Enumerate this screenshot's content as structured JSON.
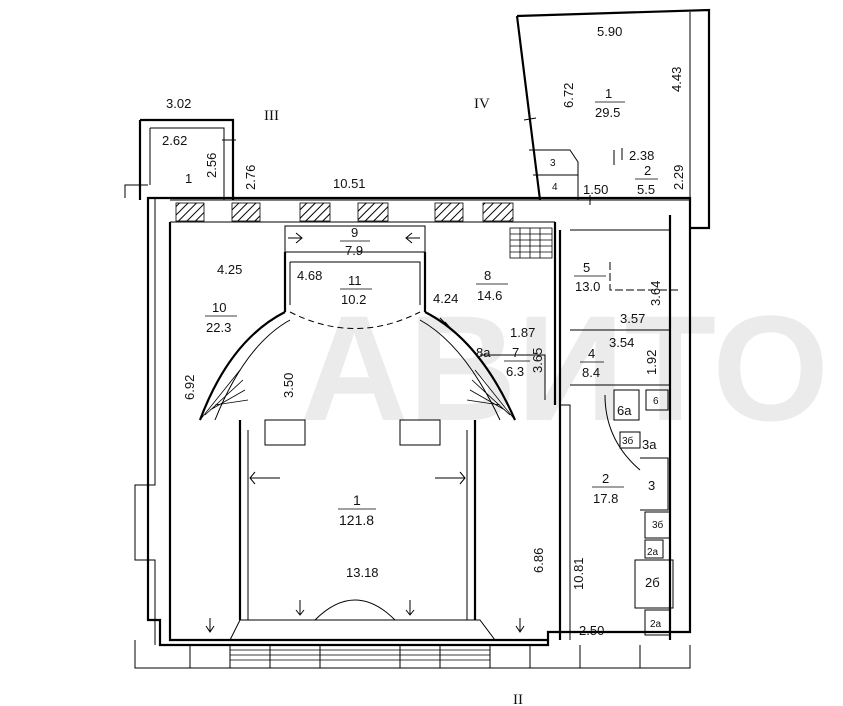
{
  "axis_labels": {
    "left_section": "III",
    "right_section": "IV",
    "bottom_mark": "II"
  },
  "dimensions": {
    "top_annex_width": "5.90",
    "annex_height_left": "6.72",
    "annex_height_right": "4.43",
    "left_annex_width": "3.02",
    "left_annex_inner": "2.62",
    "left_annex_height": "2.56",
    "left_wall_height": "2.76",
    "main_width": "10.51",
    "small_width": "2.38",
    "small_height": "2.29",
    "corridor_width": "1.50",
    "room10_width": "4.25",
    "room11_width": "4.68",
    "room8_width": "4.24",
    "room10_height": "6.92",
    "hall_inner_height": "3.50",
    "room7_width": "1.87",
    "room7_height": "3.65",
    "room5_height": "3.64",
    "room5_width": "3.57",
    "room4_width": "3.54",
    "room4_height": "1.92",
    "hall_width": "13.18",
    "lower_height": "6.86",
    "room2_height": "10.81",
    "bottom_width": "2.50"
  },
  "rooms": {
    "annex_top": {
      "number": "1",
      "area": "29.5"
    },
    "annex_small": {
      "number": "2",
      "area": "5.5"
    },
    "annex_3": {
      "number": "3"
    },
    "annex_4": {
      "number": "4"
    },
    "left_annex": {
      "number": "1"
    },
    "r9": {
      "number": "9",
      "area": "7.9"
    },
    "r11": {
      "number": "11",
      "area": "10.2"
    },
    "r10": {
      "number": "10",
      "area": "22.3"
    },
    "r8": {
      "number": "8",
      "area": "14.6"
    },
    "r8a": {
      "number": "8а"
    },
    "r7": {
      "number": "7",
      "area": "6.3"
    },
    "r5": {
      "number": "5",
      "area": "13.0"
    },
    "r4": {
      "number": "4",
      "area": "8.4"
    },
    "r1": {
      "number": "1",
      "area": "121.8"
    },
    "r2": {
      "number": "2",
      "area": "17.8"
    },
    "r3": {
      "number": "3"
    },
    "r3a": {
      "number": "3а"
    },
    "r3b_small": {
      "number": "3б"
    },
    "r3b": {
      "number": "3б"
    },
    "r6": {
      "number": "6"
    },
    "r6a": {
      "number": "6а"
    },
    "r2a_top": {
      "number": "2а"
    },
    "r2b": {
      "number": "2б"
    },
    "r2a_bottom": {
      "number": "2а"
    }
  },
  "watermark": "АВИТО"
}
